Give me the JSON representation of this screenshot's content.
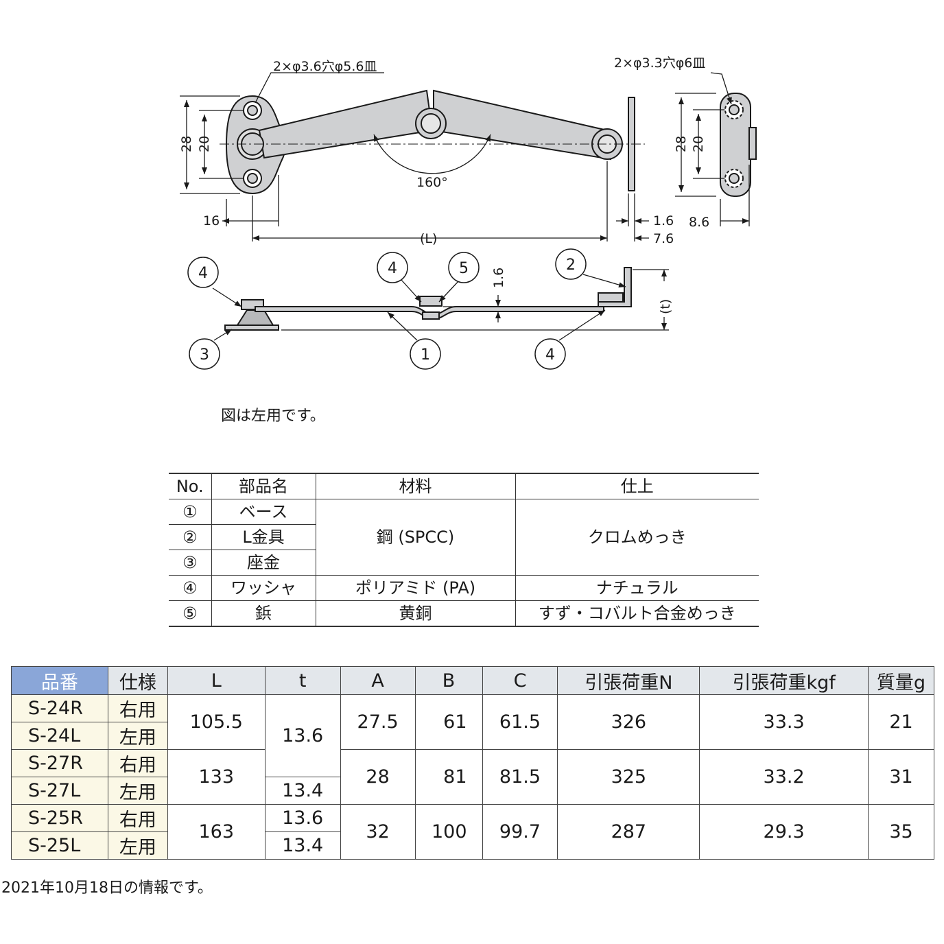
{
  "drawing": {
    "hole_left": "2×φ3.6穴φ5.6皿",
    "hole_right": "2×φ3.3穴φ6皿",
    "angle": "160°",
    "dims_top": {
      "d28": "28",
      "d20": "20",
      "d16": "16",
      "L": "(L)",
      "d1_6": "1.6",
      "d7_6": "7.6",
      "d8_6": "8.6"
    },
    "dims_side": {
      "d1_6": "1.6",
      "t": "(t)"
    },
    "callouts": [
      "4",
      "4",
      "5",
      "2",
      "3",
      "1",
      "4"
    ]
  },
  "note": "図は左用です。",
  "parts_table": {
    "headers": [
      "No.",
      "部品名",
      "材料",
      "仕上"
    ],
    "rows": [
      {
        "no": "①",
        "name": "ベース"
      },
      {
        "no": "②",
        "name": "L金具"
      },
      {
        "no": "③",
        "name": "座金"
      },
      {
        "no": "④",
        "name": "ワッシャ"
      },
      {
        "no": "⑤",
        "name": "鋲"
      }
    ],
    "material_group": "鋼 (SPCC)",
    "finish_group": "クロムめっき",
    "material_4": "ポリアミド (PA)",
    "finish_4": "ナチュラル",
    "material_5": "黄銅",
    "finish_5": "すず・コバルト合金めっき"
  },
  "spec_table": {
    "headers": [
      "品番",
      "仕様",
      "L",
      "t",
      "A",
      "B",
      "C",
      "引張荷重N",
      "引張荷重kgf",
      "質量g"
    ],
    "part_numbers": [
      "S-24R",
      "S-24L",
      "S-27R",
      "S-27L",
      "S-25R",
      "S-25L"
    ],
    "spec_values": [
      "右用",
      "左用",
      "右用",
      "左用",
      "右用",
      "左用"
    ],
    "groups": [
      {
        "L": "105.5",
        "A": "27.5",
        "B": "61",
        "C": "61.5",
        "N": "326",
        "kgf": "33.3",
        "g": "21"
      },
      {
        "L": "133",
        "A": "28",
        "B": "81",
        "C": "81.5",
        "N": "325",
        "kgf": "33.2",
        "g": "31"
      },
      {
        "L": "163",
        "A": "32",
        "B": "100",
        "C": "99.7",
        "N": "287",
        "kgf": "29.3",
        "g": "35"
      }
    ],
    "t_values": {
      "t1": "13.6",
      "t2": "13.4",
      "t3": "13.6",
      "t4": "13.4"
    }
  },
  "info": "2021年10月18日の情報です。"
}
